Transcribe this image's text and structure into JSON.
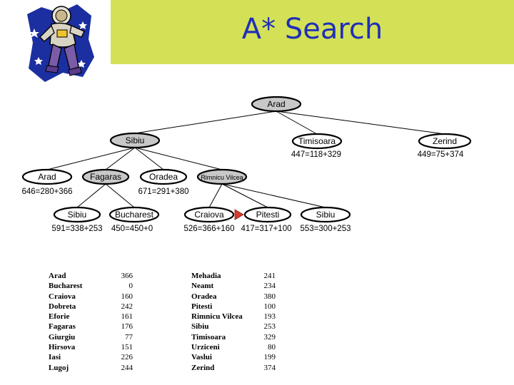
{
  "slide": {
    "title": "A* Search"
  },
  "logo": {
    "icon": "astronaut-icon"
  },
  "tree": {
    "nodes": [
      {
        "id": "arad-root",
        "label": "Arad",
        "shaded": true,
        "f": ""
      },
      {
        "id": "sibiu-1",
        "label": "Sibiu",
        "shaded": true,
        "f": ""
      },
      {
        "id": "timisoara",
        "label": "Timisoara",
        "shaded": false,
        "f": "447=118+329"
      },
      {
        "id": "zerind",
        "label": "Zerind",
        "shaded": false,
        "f": "449=75+374"
      },
      {
        "id": "arad-2",
        "label": "Arad",
        "shaded": false,
        "f": "646=280+366"
      },
      {
        "id": "fagaras",
        "label": "Fagaras",
        "shaded": true,
        "f": ""
      },
      {
        "id": "oradea",
        "label": "Oradea",
        "shaded": false,
        "f": "671=291+380"
      },
      {
        "id": "rimnicu",
        "label": "Rimnicu Vilcea",
        "shaded": true,
        "f": ""
      },
      {
        "id": "sibiu-3a",
        "label": "Sibiu",
        "shaded": false,
        "f": "591=338+253"
      },
      {
        "id": "bucharest",
        "label": "Bucharest",
        "shaded": false,
        "f": "450=450+0"
      },
      {
        "id": "craiova",
        "label": "Craiova",
        "shaded": false,
        "f": "526=366+160"
      },
      {
        "id": "pitesti",
        "label": "Pitesti",
        "shaded": false,
        "f": "417=317+100"
      },
      {
        "id": "sibiu-3b",
        "label": "Sibiu",
        "shaded": false,
        "f": "553=300+253"
      }
    ],
    "edges": [
      [
        "arad-root",
        "sibiu-1"
      ],
      [
        "arad-root",
        "timisoara"
      ],
      [
        "arad-root",
        "zerind"
      ],
      [
        "sibiu-1",
        "arad-2"
      ],
      [
        "sibiu-1",
        "fagaras"
      ],
      [
        "sibiu-1",
        "oradea"
      ],
      [
        "sibiu-1",
        "rimnicu"
      ],
      [
        "fagaras",
        "sibiu-3a"
      ],
      [
        "fagaras",
        "bucharest"
      ],
      [
        "rimnicu",
        "craiova"
      ],
      [
        "rimnicu",
        "pitesti"
      ],
      [
        "rimnicu",
        "sibiu-3b"
      ]
    ],
    "marker_color": "#d83a2a"
  },
  "heuristic_table": {
    "left": [
      {
        "city": "Arad",
        "value": "366"
      },
      {
        "city": "Bucharest",
        "value": "0"
      },
      {
        "city": "Craiova",
        "value": "160"
      },
      {
        "city": "Dobreta",
        "value": "242"
      },
      {
        "city": "Eforie",
        "value": "161"
      },
      {
        "city": "Fagaras",
        "value": "176"
      },
      {
        "city": "Giurgiu",
        "value": "77"
      },
      {
        "city": "Hirsova",
        "value": "151"
      },
      {
        "city": "Iasi",
        "value": "226"
      },
      {
        "city": "Lugoj",
        "value": "244"
      }
    ],
    "right": [
      {
        "city": "Mehadia",
        "value": "241"
      },
      {
        "city": "Neamt",
        "value": "234"
      },
      {
        "city": "Oradea",
        "value": "380"
      },
      {
        "city": "Pitesti",
        "value": "100"
      },
      {
        "city": "Rimnicu Vilcea",
        "value": "193"
      },
      {
        "city": "Sibiu",
        "value": "253"
      },
      {
        "city": "Timisoara",
        "value": "329"
      },
      {
        "city": "Urziceni",
        "value": "80"
      },
      {
        "city": "Vaslui",
        "value": "199"
      },
      {
        "city": "Zerind",
        "value": "374"
      }
    ]
  },
  "colors": {
    "title_bar": "#d4e157",
    "title_text": "#1f2fb8",
    "shaded_node": "#c8c8c8"
  }
}
